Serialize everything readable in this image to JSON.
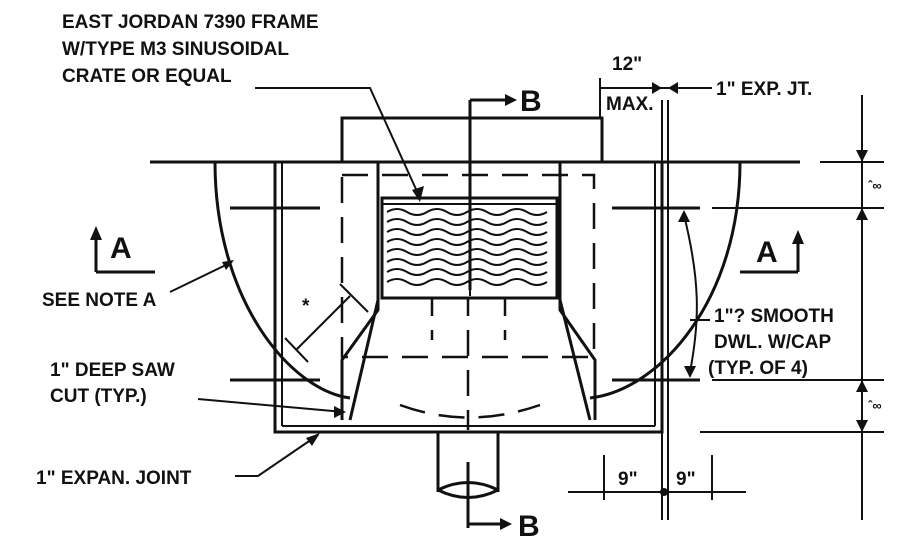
{
  "labels": {
    "frame_note_1": "EAST JORDAN 7390 FRAME",
    "frame_note_2": "W/TYPE M3 SINUSOIDAL",
    "frame_note_3": "CRATE OR EQUAL",
    "see_note": "SEE NOTE A",
    "saw_cut_1": "1\" DEEP SAW",
    "saw_cut_2": "CUT (TYP.)",
    "expansion_joint": "1\" EXPAN. JOINT",
    "dowel_1": "1\"? SMOOTH",
    "dowel_2": "DWL. W/CAP",
    "dowel_3": "(TYP. OF 4)",
    "exp_jt": "1\" EXP. JT.",
    "max_dim": "12\"",
    "max_word": "MAX.",
    "dim_left_9": "9\"",
    "dim_right_9": "9\"",
    "asterisk": "*",
    "side_dim_top": "ˆ∞",
    "side_dim_bottom": "ˆ∞"
  },
  "section_marks": {
    "a_left": "A",
    "a_right": "A",
    "b_top": "B",
    "b_bottom": "B"
  }
}
